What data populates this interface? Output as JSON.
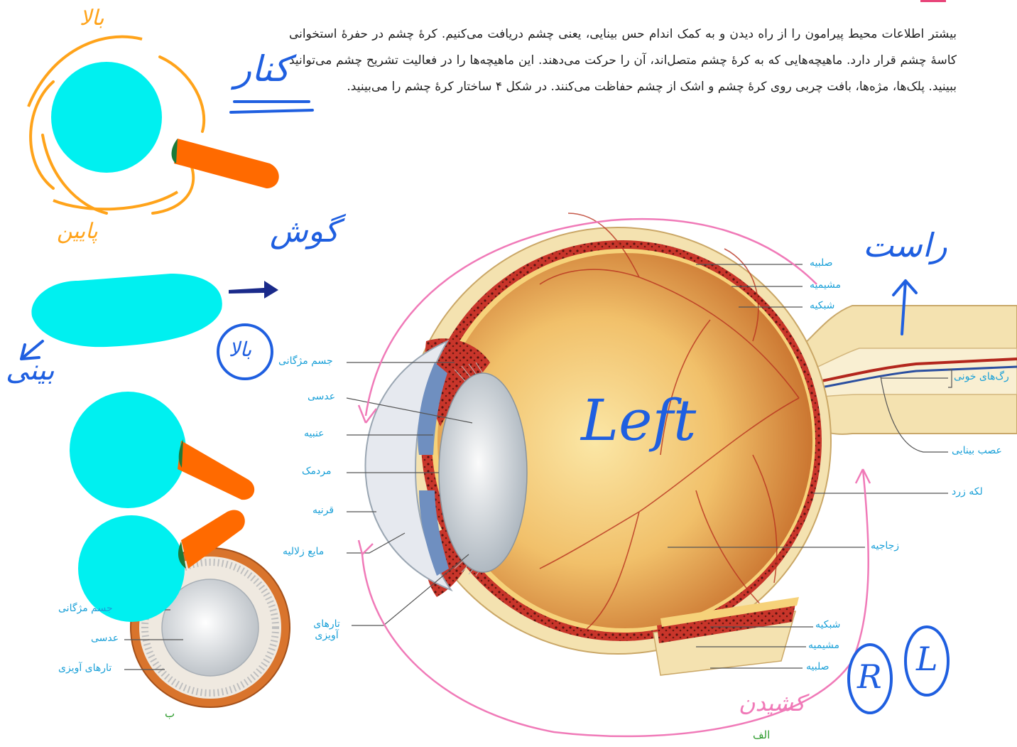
{
  "paragraph": "بیشتر اطلاعات محیط پیرامون را از راه دیدن و به کمک اندام حس بینایی، یعنی چشم دریافت می‌کنیم. کرهٔ چشم در حفرهٔ استخوانی کاسهٔ چشم قرار دارد. ماهیچه‌هایی که به کرهٔ چشم متصل‌اند، آن را حرکت می‌دهند. این ماهیچه‌ها را در فعالیت تشریح چشم می‌توانید ببینید. پلک‌ها، مژه‌ها، بافت چربی روی کرهٔ چشم و اشک از چشم حفاظت می‌کنند. در شکل ۴ ساختار کرهٔ چشم را می‌بینید.",
  "labels": {
    "sclera_top": "صلبیه",
    "choroid_top": "مشیمیه",
    "retina_top": "شبکیه",
    "ciliary_body": "جسم مژگانی",
    "lens": "عدسی",
    "iris": "عنبیه",
    "pupil": "مردمک",
    "cornea": "قرنیه",
    "aqueous": "مایع زلالیه",
    "zonule": "تارهای آویزی",
    "blood_vessels": "رگ‌های خونی",
    "optic_nerve": "عصب بینایی",
    "macula": "لکه زرد",
    "vitreous": "زجاجیه",
    "retina_bottom": "شبکیه",
    "choroid_bottom": "مشیمیه",
    "sclera_bottom": "صلبیه"
  },
  "inset_labels": {
    "ciliary_body": "جسم مژگانی",
    "lens": "عدسی",
    "zonule": "تارهای آویزی"
  },
  "captions": {
    "main": "الف",
    "inset": "ب"
  },
  "handwriting": {
    "up": "بالا",
    "down": "پایین",
    "side": "کنار",
    "ear": "گوش",
    "nose": "بینی",
    "up_circle": "بالا",
    "left": "Left",
    "right": "راست",
    "pull": "کشیدن",
    "R": "R",
    "L": "L"
  },
  "colors": {
    "label_text": "#1aa0d8",
    "caption": "#2a9a2a",
    "annotation_cyan": "#00f0f0",
    "annotation_orange": "#ff6a00",
    "annotation_amber": "#ffa31a",
    "annotation_blue": "#1f5fe0",
    "annotation_pink": "#f07ab8"
  }
}
